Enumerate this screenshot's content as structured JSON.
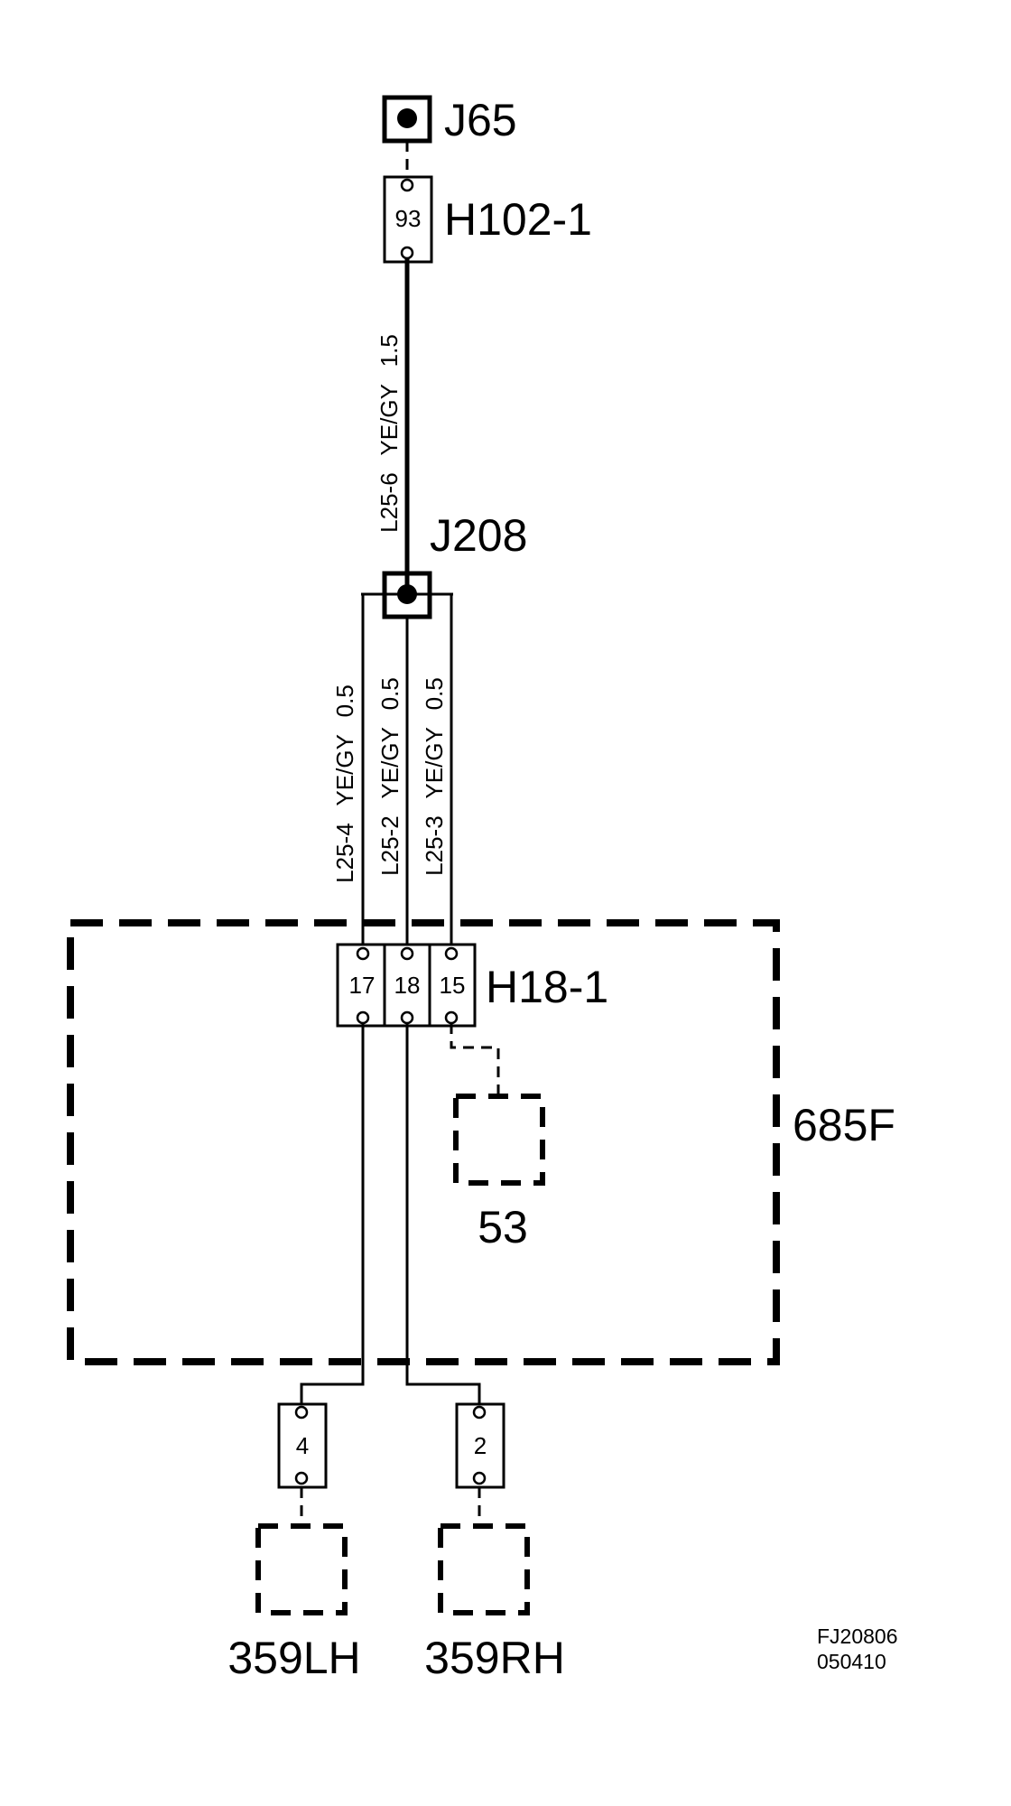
{
  "junctions": {
    "j65": "J65",
    "j208": "J208"
  },
  "connectors": {
    "h102": {
      "label": "H102-1",
      "pin": "93"
    },
    "h18": {
      "label": "H18-1",
      "pins": [
        "17",
        "18",
        "15"
      ]
    },
    "lh": {
      "pin": "4"
    },
    "rh": {
      "pin": "2"
    }
  },
  "wires": {
    "main": {
      "circuit": "L25-6",
      "color": "YE/GY",
      "size": "1.5"
    },
    "left": {
      "circuit": "L25-4",
      "color": "YE/GY",
      "size": "0.5"
    },
    "center": {
      "circuit": "L25-2",
      "color": "YE/GY",
      "size": "0.5"
    },
    "right": {
      "circuit": "L25-3",
      "color": "YE/GY",
      "size": "0.5"
    }
  },
  "components": {
    "module": "685F",
    "sub": "53",
    "lh": "359LH",
    "rh": "359RH"
  },
  "reference": {
    "code": "FJ20806",
    "date": "050410"
  }
}
